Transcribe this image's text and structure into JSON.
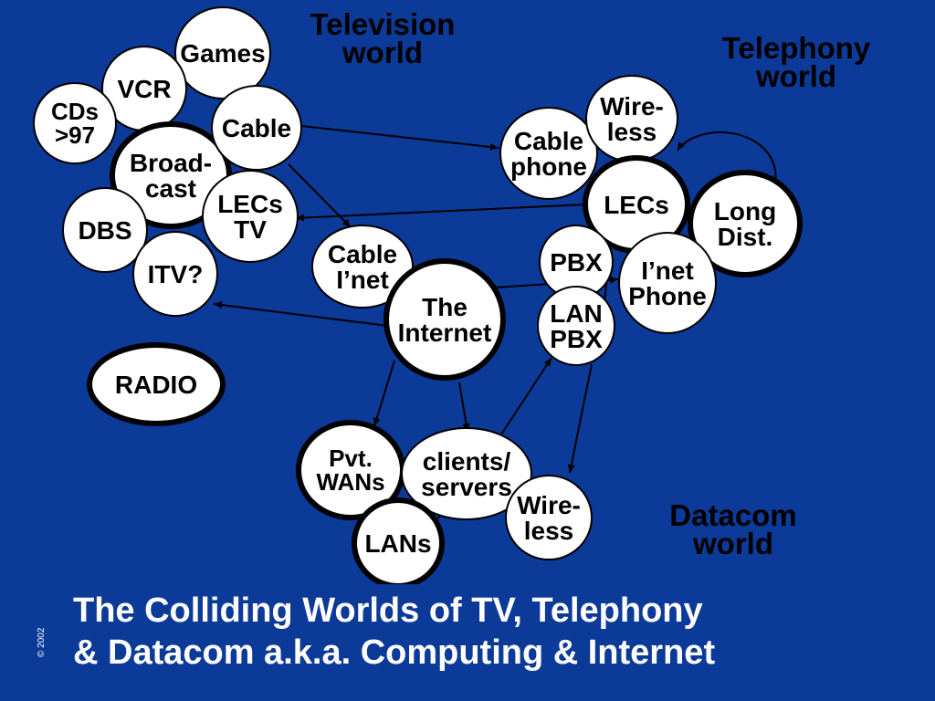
{
  "colors": {
    "background": "#0c3a99",
    "node_fill": "#ffffff",
    "ink": "#000000",
    "title": "#ffffff"
  },
  "regions": [
    {
      "id": "television",
      "lines": [
        "Television",
        "world"
      ]
    },
    {
      "id": "telephony",
      "lines": [
        "Telephony",
        "world"
      ]
    },
    {
      "id": "datacom",
      "lines": [
        "Datacom",
        "world"
      ]
    }
  ],
  "nodes": [
    {
      "id": "games",
      "lines": [
        "Games"
      ]
    },
    {
      "id": "vcr",
      "lines": [
        "VCR"
      ]
    },
    {
      "id": "cds",
      "lines": [
        "CDs",
        ">97"
      ]
    },
    {
      "id": "broadcast",
      "lines": [
        "Broad-",
        "cast"
      ]
    },
    {
      "id": "cable",
      "lines": [
        "Cable"
      ]
    },
    {
      "id": "lecs-tv",
      "lines": [
        "LECs",
        "TV"
      ]
    },
    {
      "id": "dbs",
      "lines": [
        "DBS"
      ]
    },
    {
      "id": "itv",
      "lines": [
        "ITV?"
      ]
    },
    {
      "id": "radio",
      "lines": [
        "RADIO"
      ]
    },
    {
      "id": "cable-inet",
      "lines": [
        "Cable",
        "I’net"
      ]
    },
    {
      "id": "the-internet",
      "lines": [
        "The",
        "Internet"
      ]
    },
    {
      "id": "cable-phone",
      "lines": [
        "Cable",
        "phone"
      ]
    },
    {
      "id": "wireless-tel",
      "lines": [
        "Wire-",
        "less"
      ]
    },
    {
      "id": "lecs",
      "lines": [
        "LECs"
      ]
    },
    {
      "id": "long-dist",
      "lines": [
        "Long",
        "Dist."
      ]
    },
    {
      "id": "pbx",
      "lines": [
        "PBX"
      ]
    },
    {
      "id": "inet-phone",
      "lines": [
        "I’net",
        "Phone"
      ]
    },
    {
      "id": "lan-pbx",
      "lines": [
        "LAN",
        "PBX"
      ]
    },
    {
      "id": "pvt-wans",
      "lines": [
        "Pvt.",
        "WANs"
      ]
    },
    {
      "id": "clients-servers",
      "lines": [
        "clients/",
        "servers"
      ]
    },
    {
      "id": "lans",
      "lines": [
        "LANs"
      ]
    },
    {
      "id": "wireless-data",
      "lines": [
        "Wire-",
        "less"
      ]
    }
  ],
  "edges": [
    {
      "from": "cable",
      "to": "cable-phone",
      "arrow": true
    },
    {
      "from": "cable",
      "to": "cable-inet",
      "arrow": true
    },
    {
      "from": "lecs",
      "to": "lecs-tv",
      "arrow": true
    },
    {
      "from": "the-internet",
      "to": "itv",
      "arrow": true
    },
    {
      "from": "the-internet",
      "to": "inet-phone",
      "arrow": true
    },
    {
      "from": "the-internet",
      "to": "pvt-wans",
      "arrow": true
    },
    {
      "from": "the-internet",
      "to": "clients-servers",
      "arrow": true
    },
    {
      "from": "clients-servers",
      "to": "lan-pbx",
      "arrow": true
    },
    {
      "from": "lan-pbx",
      "to": "wireless-data",
      "arrow": true
    },
    {
      "from": "long-dist",
      "to": "wireless-tel",
      "arrow": true
    },
    {
      "from": "pbx",
      "to": "lan-pbx",
      "arrow": false
    },
    {
      "from": "clients-servers",
      "to": "lans",
      "arrow": false
    }
  ],
  "title": {
    "line1": "The Colliding Worlds of TV, Telephony",
    "line2": "& Datacom a.k.a. Computing & Internet"
  },
  "copyright": "© 2002"
}
